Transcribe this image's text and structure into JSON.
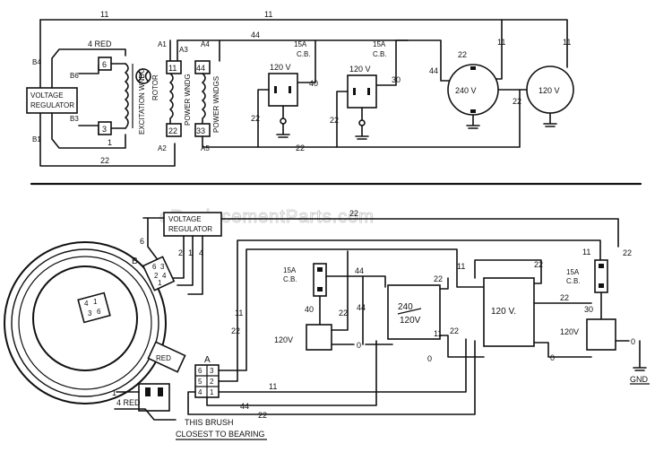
{
  "watermark": "eReplacementParts.com",
  "top": {
    "voltage_regulator": [
      "VOLTAGE",
      "REGULATOR"
    ],
    "wires": {
      "w11": "11",
      "w44": "44",
      "w22": "22",
      "w40": "40",
      "w30": "30",
      "w4red": "4 RED",
      "w1": "1"
    },
    "terminals": {
      "b4": "B4",
      "b6": "B6",
      "b3": "B3",
      "b1": "B1",
      "a1": "A1",
      "a2": "A2",
      "a3": "A3",
      "a4": "A4",
      "a5": "A5",
      "t6": "6",
      "t3": "3",
      "t11": "11",
      "t22": "22",
      "t44": "44",
      "t33": "33"
    },
    "labels": {
      "excitation": "EXCITATION WNDG",
      "rotor": "ROTOR",
      "power1": "POWER WNDG",
      "power2": "POWER WNDGS"
    },
    "breakers": [
      "15A",
      "C.B.",
      "15A",
      "C.B."
    ],
    "outlets": [
      "120 V",
      "120 V",
      "240 V",
      "120 V"
    ]
  },
  "bottom": {
    "voltage_regulator": [
      "VOLTAGE",
      "REGULATOR"
    ],
    "wires": {
      "w22": "22",
      "w6": "6",
      "w2": "2",
      "w1": "1",
      "w4": "4",
      "w11": "11",
      "w44": "44",
      "w40": "40",
      "w30": "30",
      "w0": "0",
      "w4red": "4 RED"
    },
    "plug_b": "B",
    "plug_a": "A",
    "plug_b_pins": [
      "6",
      "3",
      "2",
      "4",
      "1"
    ],
    "plug_a_pins": [
      "6",
      "3",
      "5",
      "2",
      "4",
      "1"
    ],
    "rotor_pins": [
      "4",
      "1",
      "3",
      "6"
    ],
    "red": "RED",
    "breakers": [
      "15A",
      "C.B.",
      "15A",
      "C.B."
    ],
    "outlets": [
      "120V",
      "240",
      "120V",
      "120 V.",
      "120V"
    ],
    "gnd": "GND",
    "note": [
      "THIS BRUSH",
      "CLOSEST TO BEARING"
    ]
  }
}
